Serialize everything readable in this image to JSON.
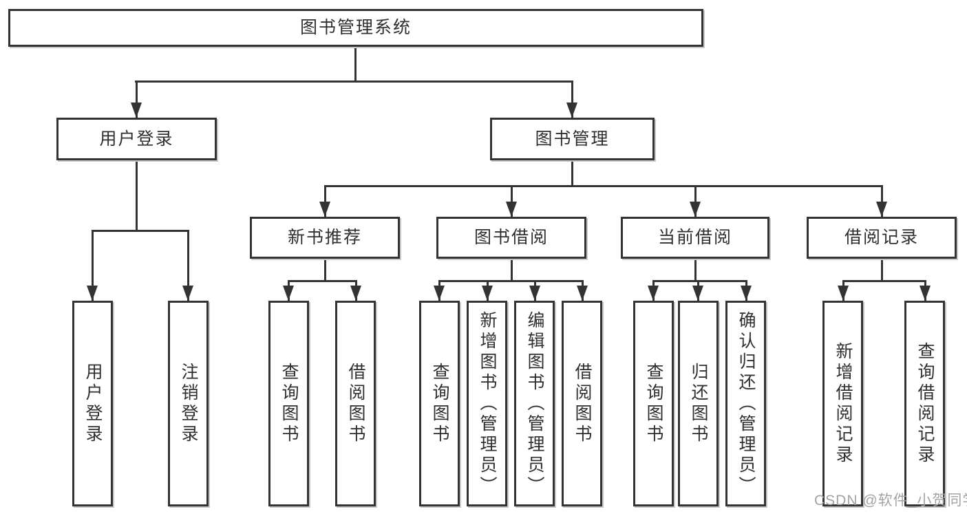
{
  "diagram": {
    "root": {
      "label": "图书管理系统"
    },
    "level2": [
      {
        "id": "user-login",
        "label": "用户登录",
        "parent": "图书管理系统"
      },
      {
        "id": "book-management",
        "label": "图书管理",
        "parent": "图书管理系统"
      }
    ],
    "level3": [
      {
        "id": "new-book-recommend",
        "label": "新书推荐",
        "parent": "图书管理"
      },
      {
        "id": "book-borrow",
        "label": "图书借阅",
        "parent": "图书管理"
      },
      {
        "id": "current-borrow",
        "label": "当前借阅",
        "parent": "图书管理"
      },
      {
        "id": "borrow-record",
        "label": "借阅记录",
        "parent": "图书管理"
      }
    ],
    "level4": [
      {
        "id": "login",
        "label": "用户登录",
        "parent": "用户登录"
      },
      {
        "id": "logout",
        "label": "注销登录",
        "parent": "用户登录"
      },
      {
        "id": "query-books-recommend",
        "label": "查询图书",
        "parent": "新书推荐"
      },
      {
        "id": "borrow-books-recommend",
        "label": "借阅图书",
        "parent": "新书推荐"
      },
      {
        "id": "query-books-borrow",
        "label": "查询图书",
        "parent": "图书借阅"
      },
      {
        "id": "add-books-admin",
        "label": "新增图书（管理员）",
        "parent": "图书借阅"
      },
      {
        "id": "edit-books-admin",
        "label": "编辑图书（管理员）",
        "parent": "图书借阅"
      },
      {
        "id": "borrow-books",
        "label": "借阅图书",
        "parent": "图书借阅"
      },
      {
        "id": "query-books-current",
        "label": "查询图书",
        "parent": "当前借阅"
      },
      {
        "id": "return-books",
        "label": "归还图书",
        "parent": "当前借阅"
      },
      {
        "id": "confirm-return-admin",
        "label": "确认归还（管理员）",
        "parent": "当前借阅"
      },
      {
        "id": "add-borrow-record",
        "label": "新增借阅记录",
        "parent": "借阅记录"
      },
      {
        "id": "query-borrow-record",
        "label": "查询借阅记录",
        "parent": "借阅记录"
      }
    ],
    "colors": {
      "line": "#333333",
      "text": "#2f2f2f",
      "box_background": "#ffffff",
      "page_background": "#ffffff",
      "watermark": "#a3a3a3"
    }
  },
  "watermark": {
    "text": "CSDN @软件_小贺同学"
  }
}
